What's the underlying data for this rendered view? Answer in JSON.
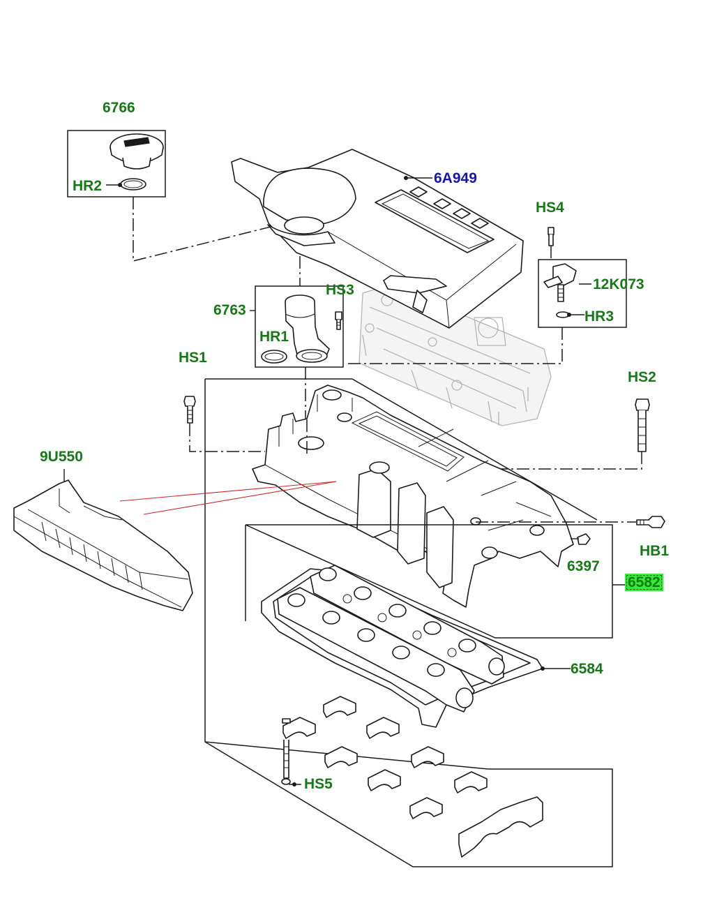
{
  "diagram": {
    "colors": {
      "label_green": "#157a15",
      "label_blue": "#1515b8",
      "highlight": "#33ee33",
      "pointer_red": "#cc2a2a"
    },
    "labels": {
      "oil_cap": "6766",
      "oil_cap_seal": "HR2",
      "engine_cover": "6A949",
      "sensor_bolt": "HS4",
      "camshaft_sensor": "12K073",
      "sensor_seal": "HR3",
      "filler_neck_bolt": "HS3",
      "oil_filler_neck": "6763",
      "filler_neck_seal": "HR1",
      "cover_bolt_left": "HS1",
      "cover_bolt_right": "HS2",
      "insulator": "9U550",
      "end_bolt": "HB1",
      "plug": "6397",
      "valve_cover_assembly": "6582",
      "valve_cover_gasket": "6584",
      "bearing_cap_bolt": "HS5"
    }
  }
}
